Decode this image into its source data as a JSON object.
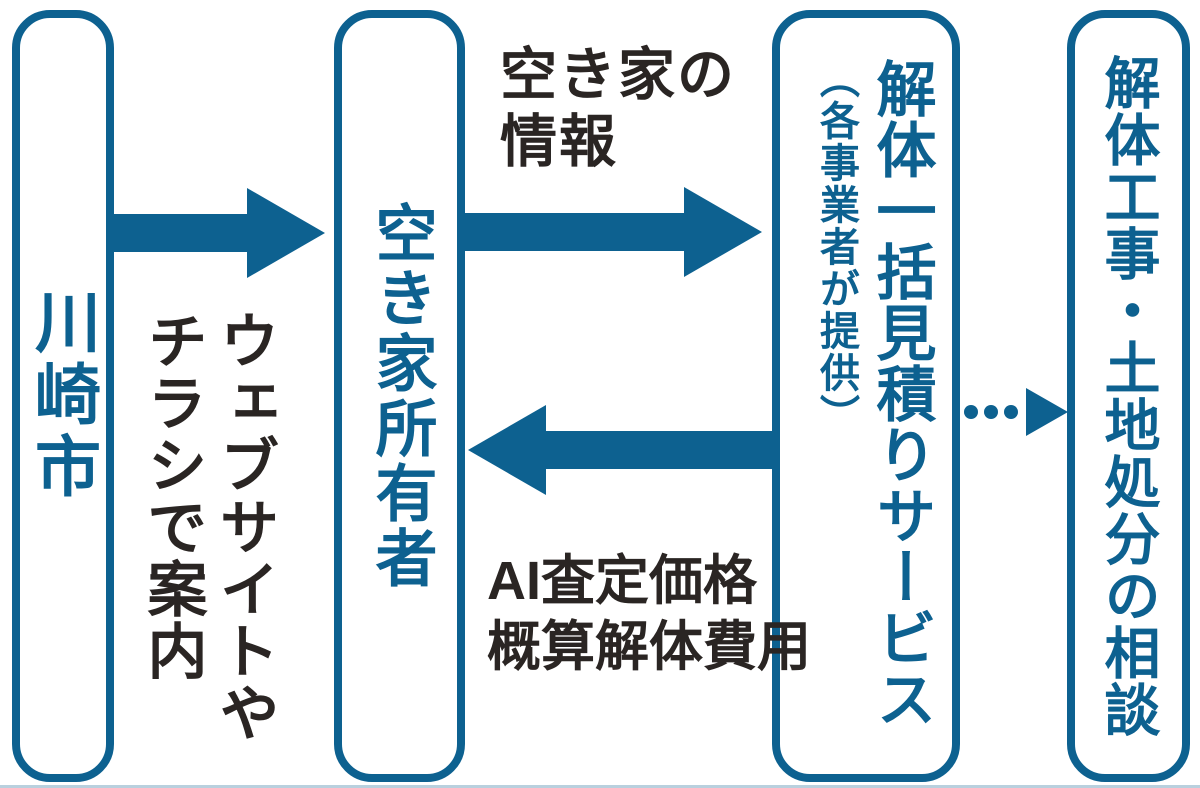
{
  "diagram": {
    "description": "Flow diagram of Kawasaki City vacant-house demolition bulk estimate service",
    "nodes": [
      {
        "id": "kawasaki-city",
        "label": "川崎市"
      },
      {
        "id": "vacant-house-owner",
        "label": "空き家所有者"
      },
      {
        "id": "estimate-service",
        "label": "解体一括見積りサービス",
        "sublabel": "（各事業者が提供）"
      },
      {
        "id": "consultation",
        "label": "解体工事・土地処分の相談"
      }
    ],
    "edges": [
      {
        "from": "kawasaki-city",
        "to": "vacant-house-owner",
        "style": "solid-arrow-right",
        "label": "ウェブサイトやチラシで案内",
        "label_lines": [
          "ウェブサイトや",
          "チラシで案内"
        ]
      },
      {
        "from": "vacant-house-owner",
        "to": "estimate-service",
        "style": "solid-arrow-right",
        "label": "空き家の情報",
        "label_lines": [
          "空き家の",
          "情報"
        ]
      },
      {
        "from": "estimate-service",
        "to": "vacant-house-owner",
        "style": "solid-arrow-left",
        "label": "AI査定価格 概算解体費用",
        "label_lines": [
          "AI査定価格",
          "概算解体費用"
        ]
      },
      {
        "from": "estimate-service",
        "to": "consultation",
        "style": "dotted-arrow-right",
        "label": ""
      }
    ],
    "colors": {
      "primary_blue": "#0d6190",
      "dark_text": "#2a2523",
      "background": "#ffffff",
      "bottom_hairline": "#b9d0de"
    }
  }
}
